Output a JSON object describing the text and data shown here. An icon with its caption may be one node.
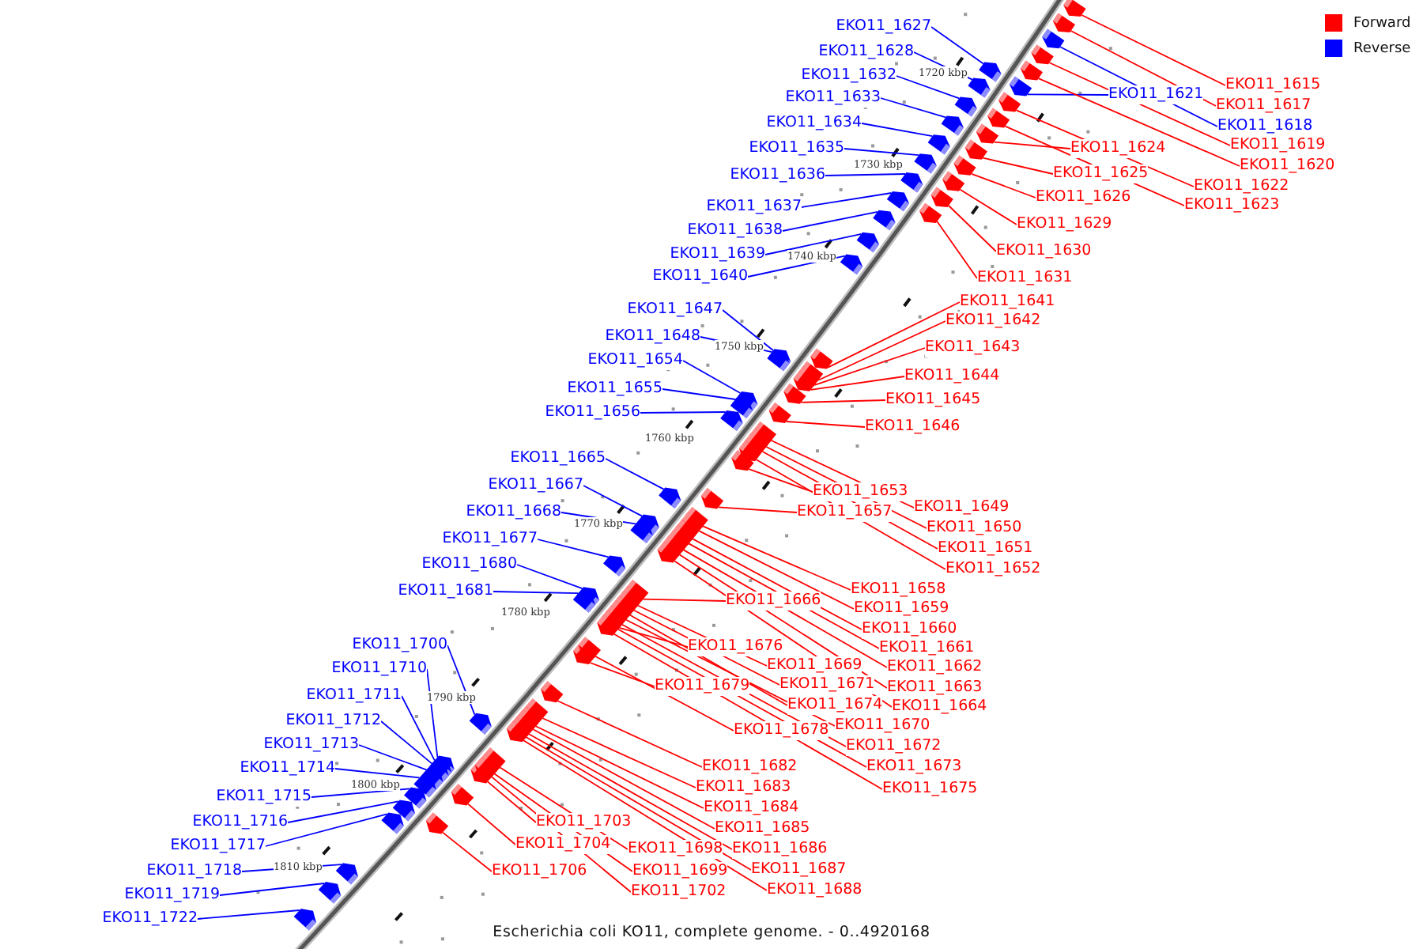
{
  "diagram": {
    "caption": "Escherichia coli KO11, complete genome. - 0..4920168",
    "nodes": [
      {
        "text": [
          "EKO11_1627"
        ]
      },
      {
        "text": [
          "EKO11_1628"
        ]
      },
      {
        "text": [
          "EKO11_1632"
        ]
      },
      {
        "text": [
          "EKO11_1615"
        ]
      },
      {
        "text": [
          "EKO11_1621"
        ]
      },
      {
        "text": [
          "EKO11_1633"
        ]
      },
      {
        "text": [
          "EKO11_1617"
        ]
      },
      {
        "text": [
          "EKO11_1634"
        ]
      },
      {
        "text": [
          "EKO11_1618"
        ]
      },
      {
        "text": [
          "EKO11_1619"
        ]
      },
      {
        "text": [
          "EKO11_1624"
        ]
      },
      {
        "text": [
          "EKO11_1635"
        ]
      },
      {
        "text": [
          "EKO11_1620"
        ]
      },
      {
        "text": [
          "EKO11_1625"
        ]
      },
      {
        "text": [
          "EKO11_1636"
        ]
      },
      {
        "text": [
          "EKO11_1622"
        ]
      },
      {
        "text": [
          "EKO11_1626"
        ]
      },
      {
        "text": [
          "EKO11_1623"
        ]
      },
      {
        "text": [
          "EKO11_1637"
        ]
      },
      {
        "text": [
          "EKO11_1629"
        ]
      },
      {
        "text": [
          "EKO11_1638"
        ]
      },
      {
        "text": [
          "EKO11_1630"
        ]
      },
      {
        "text": [
          "EKO11_1639"
        ]
      },
      {
        "text": [
          "EKO11_1640"
        ]
      },
      {
        "text": [
          "EKO11_1631"
        ]
      },
      {
        "text": [
          "EKO11_1641"
        ]
      },
      {
        "text": [
          "EKO11_1647"
        ]
      },
      {
        "text": [
          "EKO11_1642"
        ]
      },
      {
        "text": [
          "EKO11_1648"
        ]
      },
      {
        "text": [
          "EKO11_1643"
        ]
      },
      {
        "text": [
          "EKO11_1654"
        ]
      },
      {
        "text": [
          "EKO11_1644"
        ]
      },
      {
        "text": [
          "EKO11_1655"
        ]
      },
      {
        "text": [
          "EKO11_1645"
        ]
      },
      {
        "text": [
          "EKO11_1656"
        ]
      },
      {
        "text": [
          "EKO11_1646"
        ]
      },
      {
        "text": [
          "EKO11_1665"
        ]
      },
      {
        "text": [
          "EKO11_1667"
        ]
      },
      {
        "text": [
          "EKO11_1653"
        ]
      },
      {
        "text": [
          "EKO11_1649"
        ]
      },
      {
        "text": [
          "EKO11_1668"
        ]
      },
      {
        "text": [
          "EKO11_1657"
        ]
      },
      {
        "text": [
          "EKO11_1650"
        ]
      },
      {
        "text": [
          "EKO11_1677"
        ]
      },
      {
        "text": [
          "EKO11_1651"
        ]
      },
      {
        "text": [
          "EKO11_1680"
        ]
      },
      {
        "text": [
          "EKO11_1652"
        ]
      },
      {
        "text": [
          "EKO11_1658"
        ]
      },
      {
        "text": [
          "EKO11_1681"
        ]
      },
      {
        "text": [
          "EKO11_1666"
        ]
      },
      {
        "text": [
          "EKO11_1659"
        ]
      },
      {
        "text": [
          "EKO11_1660"
        ]
      },
      {
        "text": [
          "EKO11_1700"
        ]
      },
      {
        "text": [
          "EKO11_1676"
        ]
      },
      {
        "text": [
          "EKO11_1661"
        ]
      },
      {
        "text": [
          "EKO11_1669"
        ]
      },
      {
        "text": [
          "EKO11_1662"
        ]
      },
      {
        "text": [
          "EKO11_1710"
        ]
      },
      {
        "text": [
          "EKO11_1671"
        ]
      },
      {
        "text": [
          "EKO11_1679"
        ]
      },
      {
        "text": [
          "EKO11_1663"
        ]
      },
      {
        "text": [
          "EKO11_1711"
        ]
      },
      {
        "text": [
          "EKO11_1674"
        ]
      },
      {
        "text": [
          "EKO11_1664"
        ]
      },
      {
        "text": [
          "EKO11_1712"
        ]
      },
      {
        "text": [
          "EKO11_1670"
        ]
      },
      {
        "text": [
          "EKO11_1678"
        ]
      },
      {
        "text": [
          "EKO11_1713"
        ]
      },
      {
        "text": [
          "EKO11_1672"
        ]
      },
      {
        "text": [
          "EKO11_1682"
        ]
      },
      {
        "text": [
          "EKO11_1673"
        ]
      },
      {
        "text": [
          "EKO11_1714"
        ]
      },
      {
        "text": [
          "EKO11_1683"
        ]
      },
      {
        "text": [
          "EKO11_1675"
        ]
      },
      {
        "text": [
          "EKO11_1715"
        ]
      },
      {
        "text": [
          "EKO11_1684"
        ]
      },
      {
        "text": [
          "EKO11_1703"
        ]
      },
      {
        "text": [
          "EKO11_1716"
        ]
      },
      {
        "text": [
          "EKO11_1685"
        ]
      },
      {
        "text": [
          "EKO11_1704"
        ]
      },
      {
        "text": [
          "EKO11_1717"
        ]
      },
      {
        "text": [
          "EKO11_1698"
        ]
      },
      {
        "text": [
          "EKO11_1686"
        ]
      },
      {
        "text": [
          "EKO11_1718"
        ]
      },
      {
        "text": [
          "EKO11_1706"
        ]
      },
      {
        "text": [
          "EKO11_1699"
        ]
      },
      {
        "text": [
          "EKO11_1687"
        ]
      },
      {
        "text": [
          "EKO11_1702"
        ]
      },
      {
        "text": [
          "EKO11_1688"
        ]
      },
      {
        "text": [
          "EKO11_1719"
        ]
      },
      {
        "text": [
          "EKO11_1722"
        ]
      },
      {
        "text": [],
        "shape": "arrow"
      },
      {
        "text": [],
        "shape": "arrow"
      },
      {
        "text": [],
        "shape": "arrow"
      },
      {
        "text": [],
        "shape": "arrow"
      },
      {
        "text": [],
        "shape": "arrow"
      },
      {
        "text": [],
        "shape": "arrow"
      },
      {
        "text": [],
        "shape": "arrow"
      },
      {
        "text": [],
        "shape": "arrow"
      },
      {
        "text": [],
        "shape": "arrow"
      },
      {
        "text": [],
        "shape": "arrow"
      },
      {
        "text": [],
        "shape": "arrow"
      },
      {
        "text": [],
        "shape": "arrow"
      },
      {
        "text": [],
        "shape": "arrow"
      },
      {
        "text": [],
        "shape": "arrow"
      },
      {
        "text": [],
        "shape": "arrow"
      },
      {
        "text": [],
        "shape": "arrow"
      },
      {
        "text": [],
        "shape": "arrow"
      },
      {
        "text": [],
        "shape": "arrow"
      },
      {
        "text": [],
        "shape": "arrow"
      },
      {
        "text": [],
        "shape": "arrow"
      },
      {
        "text": [],
        "shape": "arrow"
      },
      {
        "text": [],
        "shape": "arrow"
      },
      {
        "text": [],
        "shape": "arrow"
      },
      {
        "text": [],
        "shape": "arrow"
      },
      {
        "text": [],
        "shape": "arrow"
      },
      {
        "text": [],
        "shape": "arrow"
      },
      {
        "text": [],
        "shape": "arrow"
      },
      {
        "text": [],
        "shape": "arrow"
      },
      {
        "text": [],
        "shape": "arrow"
      },
      {
        "text": [],
        "shape": "arrow"
      },
      {
        "text": [],
        "shape": "arrow"
      },
      {
        "text": [],
        "shape": "arrow"
      },
      {
        "text": [],
        "shape": "arrow"
      },
      {
        "text": [],
        "shape": "arrow"
      },
      {
        "text": [],
        "shape": "arrow"
      },
      {
        "text": [],
        "shape": "arrow"
      },
      {
        "text": [],
        "shape": "arrow"
      },
      {
        "text": [],
        "shape": "arrow"
      },
      {
        "text": [],
        "shape": "arrow"
      },
      {
        "text": [],
        "shape": "arrow"
      },
      {
        "text": [],
        "shape": "arrow"
      },
      {
        "text": [],
        "shape": "arrow"
      },
      {
        "text": [],
        "shape": "arrow"
      },
      {
        "text": [],
        "shape": "arrow"
      },
      {
        "text": [],
        "shape": "arrow"
      },
      {
        "text": [],
        "shape": "arrow"
      },
      {
        "text": [],
        "shape": "arrow"
      },
      {
        "text": [],
        "shape": "arrow"
      },
      {
        "text": [],
        "shape": "arrow"
      },
      {
        "text": [],
        "shape": "arrow"
      },
      {
        "text": [],
        "shape": "arrow"
      },
      {
        "text": [],
        "shape": "arrow"
      },
      {
        "text": [],
        "shape": "arrow"
      },
      {
        "text": [],
        "shape": "arrow"
      },
      {
        "text": [],
        "shape": "arrow"
      },
      {
        "text": [],
        "shape": "arrow"
      },
      {
        "text": [],
        "shape": "arrow"
      },
      {
        "text": [],
        "shape": "arrow"
      },
      {
        "text": [],
        "shape": "arrow"
      },
      {
        "text": [],
        "shape": "arrow"
      },
      {
        "text": [],
        "shape": "arrow"
      },
      {
        "text": [],
        "shape": "arrow"
      },
      {
        "text": [],
        "shape": "arrow"
      },
      {
        "text": [],
        "shape": "arrow"
      },
      {
        "text": [],
        "shape": "arrow"
      },
      {
        "text": [],
        "shape": "arrow"
      },
      {
        "text": [],
        "shape": "arrow"
      },
      {
        "text": [],
        "shape": "arrow"
      },
      {
        "text": [],
        "shape": "arrow"
      },
      {
        "text": [],
        "shape": "arrow"
      },
      {
        "text": [],
        "shape": "arrow"
      },
      {
        "text": [],
        "shape": "arrow"
      },
      {
        "text": [],
        "shape": "arrow"
      },
      {
        "text": [],
        "shape": "arrow"
      },
      {
        "text": [],
        "shape": "arrow"
      },
      {
        "text": [],
        "shape": "arrow"
      },
      {
        "text": [],
        "shape": "arrow"
      },
      {
        "text": [],
        "shape": "arrow"
      },
      {
        "text": [],
        "shape": "arrow"
      },
      {
        "text": [],
        "shape": "arrow"
      },
      {
        "text": [],
        "shape": "arrow"
      },
      {
        "text": [],
        "shape": "arrow"
      },
      {
        "text": [],
        "shape": "arrow"
      },
      {
        "text": [],
        "shape": "arrow"
      },
      {
        "text": [],
        "shape": "arrow"
      },
      {
        "text": [],
        "shape": "arrow"
      },
      {
        "text": [],
        "shape": "arrow"
      },
      {
        "text": [],
        "shape": "arrow"
      },
      {
        "text": [],
        "shape": "arrow"
      },
      {
        "text": [],
        "shape": "arrow"
      },
      {
        "text": [],
        "shape": "arrow"
      }
    ],
    "edges": [
      {
        "from": 0,
        "to": 91,
        "arrow": "none",
        "color": "#0000ff"
      },
      {
        "from": 1,
        "to": 92,
        "arrow": "none",
        "color": "#0000ff"
      },
      {
        "from": 2,
        "to": 93,
        "arrow": "none",
        "color": "#0000ff"
      },
      {
        "from": 3,
        "to": 94,
        "arrow": "none"
      },
      {
        "from": 4,
        "to": 95,
        "arrow": "none",
        "color": "#0000ff"
      },
      {
        "from": 5,
        "to": 96,
        "arrow": "none",
        "color": "#0000ff"
      },
      {
        "from": 6,
        "to": 97,
        "arrow": "none"
      },
      {
        "from": 7,
        "to": 98,
        "arrow": "none",
        "color": "#0000ff"
      },
      {
        "from": 8,
        "to": 99,
        "arrow": "none",
        "color": "#0000ff"
      },
      {
        "from": 9,
        "to": 100,
        "arrow": "none"
      },
      {
        "from": 10,
        "to": 101,
        "arrow": "none"
      },
      {
        "from": 11,
        "to": 102,
        "arrow": "none",
        "color": "#0000ff"
      },
      {
        "from": 12,
        "to": 103,
        "arrow": "none"
      },
      {
        "from": 13,
        "to": 104,
        "arrow": "none"
      },
      {
        "from": 14,
        "to": 105,
        "arrow": "none",
        "color": "#0000ff"
      },
      {
        "from": 15,
        "to": 106,
        "arrow": "none"
      },
      {
        "from": 16,
        "to": 107,
        "arrow": "none"
      },
      {
        "from": 17,
        "to": 108,
        "arrow": "none"
      },
      {
        "from": 18,
        "to": 109,
        "arrow": "none",
        "color": "#0000ff"
      },
      {
        "from": 19,
        "to": 110,
        "arrow": "none"
      },
      {
        "from": 20,
        "to": 111,
        "arrow": "none",
        "color": "#0000ff"
      },
      {
        "from": 21,
        "to": 112,
        "arrow": "none"
      },
      {
        "from": 22,
        "to": 113,
        "arrow": "none",
        "color": "#0000ff"
      },
      {
        "from": 23,
        "to": 114,
        "arrow": "none",
        "color": "#0000ff"
      },
      {
        "from": 24,
        "to": 115,
        "arrow": "none"
      },
      {
        "from": 25,
        "to": 116,
        "arrow": "none"
      },
      {
        "from": 26,
        "to": 117,
        "arrow": "none",
        "color": "#0000ff"
      },
      {
        "from": 27,
        "to": 118,
        "arrow": "none"
      },
      {
        "from": 28,
        "to": 119,
        "arrow": "none",
        "color": "#0000ff"
      },
      {
        "from": 29,
        "to": 120,
        "arrow": "none"
      },
      {
        "from": 30,
        "to": 121,
        "arrow": "none",
        "color": "#0000ff"
      },
      {
        "from": 31,
        "to": 122,
        "arrow": "none"
      },
      {
        "from": 32,
        "to": 123,
        "arrow": "none",
        "color": "#0000ff"
      },
      {
        "from": 33,
        "to": 124,
        "arrow": "none"
      },
      {
        "from": 34,
        "to": 125,
        "arrow": "none",
        "color": "#0000ff"
      },
      {
        "from": 35,
        "to": 126,
        "arrow": "none"
      },
      {
        "from": 36,
        "to": 127,
        "arrow": "none",
        "color": "#0000ff"
      },
      {
        "from": 37,
        "to": 128,
        "arrow": "none",
        "color": "#0000ff"
      },
      {
        "from": 38,
        "to": 129,
        "arrow": "none"
      },
      {
        "from": 39,
        "to": 130,
        "arrow": "none"
      },
      {
        "from": 40,
        "to": 131,
        "arrow": "none",
        "color": "#0000ff"
      },
      {
        "from": 41,
        "to": 132,
        "arrow": "none"
      },
      {
        "from": 42,
        "to": 133,
        "arrow": "none"
      },
      {
        "from": 43,
        "to": 134,
        "arrow": "none",
        "color": "#0000ff"
      },
      {
        "from": 44,
        "to": 135,
        "arrow": "none"
      },
      {
        "from": 45,
        "to": 136,
        "arrow": "none",
        "color": "#0000ff"
      },
      {
        "from": 46,
        "to": 137,
        "arrow": "none"
      },
      {
        "from": 47,
        "to": 138,
        "arrow": "none"
      },
      {
        "from": 48,
        "to": 139,
        "arrow": "none",
        "color": "#0000ff"
      },
      {
        "from": 49,
        "to": 140,
        "arrow": "none"
      },
      {
        "from": 50,
        "to": 141,
        "arrow": "none"
      },
      {
        "from": 51,
        "to": 142,
        "arrow": "none"
      },
      {
        "from": 52,
        "to": 143,
        "arrow": "none",
        "color": "#0000ff"
      },
      {
        "from": 53,
        "to": 144,
        "arrow": "none"
      },
      {
        "from": 54,
        "to": 145,
        "arrow": "none"
      },
      {
        "from": 55,
        "to": 146,
        "arrow": "none"
      },
      {
        "from": 56,
        "to": 147,
        "arrow": "none"
      },
      {
        "from": 57,
        "to": 148,
        "arrow": "none",
        "color": "#0000ff"
      },
      {
        "from": 58,
        "to": 149,
        "arrow": "none"
      },
      {
        "from": 59,
        "to": 150,
        "arrow": "none"
      },
      {
        "from": 60,
        "to": 151,
        "arrow": "none"
      },
      {
        "from": 61,
        "to": 152,
        "arrow": "none",
        "color": "#0000ff"
      },
      {
        "from": 62,
        "to": 153,
        "arrow": "none"
      },
      {
        "from": 63,
        "to": 154,
        "arrow": "none"
      },
      {
        "from": 64,
        "to": 155,
        "arrow": "none",
        "color": "#0000ff"
      },
      {
        "from": 65,
        "to": 156,
        "arrow": "none"
      },
      {
        "from": 66,
        "to": 157,
        "arrow": "none"
      },
      {
        "from": 67,
        "to": 158,
        "arrow": "none",
        "color": "#0000ff"
      },
      {
        "from": 68,
        "to": 159,
        "arrow": "none"
      },
      {
        "from": 69,
        "to": 160,
        "arrow": "none"
      },
      {
        "from": 70,
        "to": 161,
        "arrow": "none"
      },
      {
        "from": 71,
        "to": 162,
        "arrow": "none",
        "color": "#0000ff"
      },
      {
        "from": 72,
        "to": 163,
        "arrow": "none"
      },
      {
        "from": 73,
        "to": 164,
        "arrow": "none"
      },
      {
        "from": 74,
        "to": 165,
        "arrow": "none",
        "color": "#0000ff"
      },
      {
        "from": 75,
        "to": 166,
        "arrow": "none"
      },
      {
        "from": 76,
        "to": 167,
        "arrow": "none"
      },
      {
        "from": 77,
        "to": 168,
        "arrow": "none",
        "color": "#0000ff"
      },
      {
        "from": 78,
        "to": 169,
        "arrow": "none"
      },
      {
        "from": 79,
        "to": 170,
        "arrow": "none"
      },
      {
        "from": 80,
        "to": 171,
        "arrow": "none",
        "color": "#0000ff"
      },
      {
        "from": 81,
        "to": 172,
        "arrow": "none"
      },
      {
        "from": 82,
        "to": 173,
        "arrow": "none"
      },
      {
        "from": 83,
        "to": 174,
        "arrow": "none",
        "color": "#0000ff"
      },
      {
        "from": 84,
        "to": 175,
        "arrow": "none"
      },
      {
        "from": 85,
        "to": 176,
        "arrow": "none"
      },
      {
        "from": 86,
        "to": 177,
        "arrow": "none"
      },
      {
        "from": 87,
        "to": 178,
        "arrow": "none"
      },
      {
        "from": 88,
        "to": 179,
        "arrow": "none"
      },
      {
        "from": 89,
        "to": 180,
        "arrow": "none",
        "color": "#0000ff"
      },
      {
        "from": 90,
        "to": 181,
        "arrow": "none",
        "color": "#0000ff"
      }
    ],
    "labels": [
      "1720 kbp",
      "1730 kbp",
      "1740 kbp",
      "1750 kbp",
      "1760 kbp",
      "1770 kbp",
      "1780 kbp",
      "1790 kbp",
      "1800 kbp",
      "1810 kbp"
    ],
    "legend": [
      {
        "text": "Forward",
        "color": "#ff0000"
      },
      {
        "text": "Reverse",
        "color": "#0000ff"
      }
    ]
  }
}
